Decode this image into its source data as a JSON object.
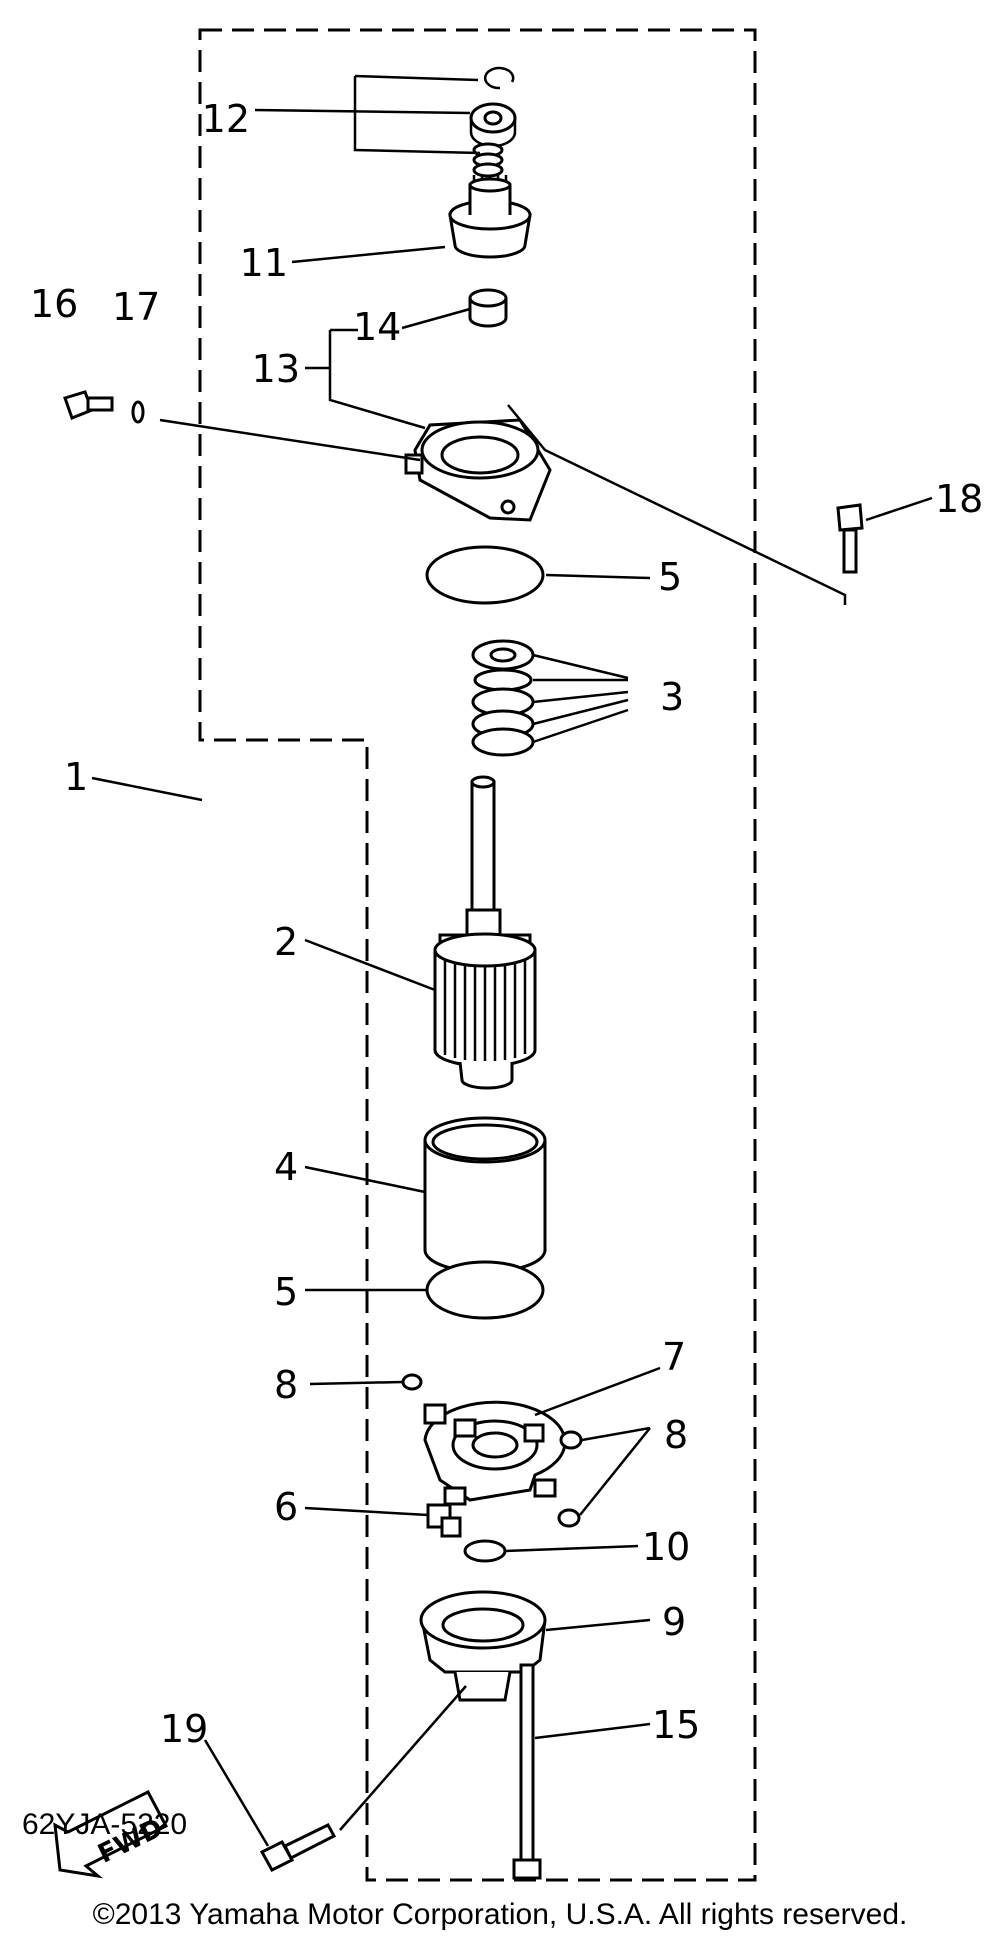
{
  "diagram": {
    "code": "62YJA-5220",
    "direction_label": "FWD",
    "copyright": "©2013 Yamaha Motor Corporation, U.S.A. All rights reserved."
  },
  "callouts": {
    "c1": "1",
    "c2": "2",
    "c3": "3",
    "c4": "4",
    "c5a": "5",
    "c5b": "5",
    "c6": "6",
    "c7": "7",
    "c8a": "8",
    "c8b": "8",
    "c9": "9",
    "c10": "10",
    "c11": "11",
    "c12": "12",
    "c13": "13",
    "c14": "14",
    "c15": "15",
    "c16": "16",
    "c17": "17",
    "c18": "18",
    "c19": "19"
  }
}
